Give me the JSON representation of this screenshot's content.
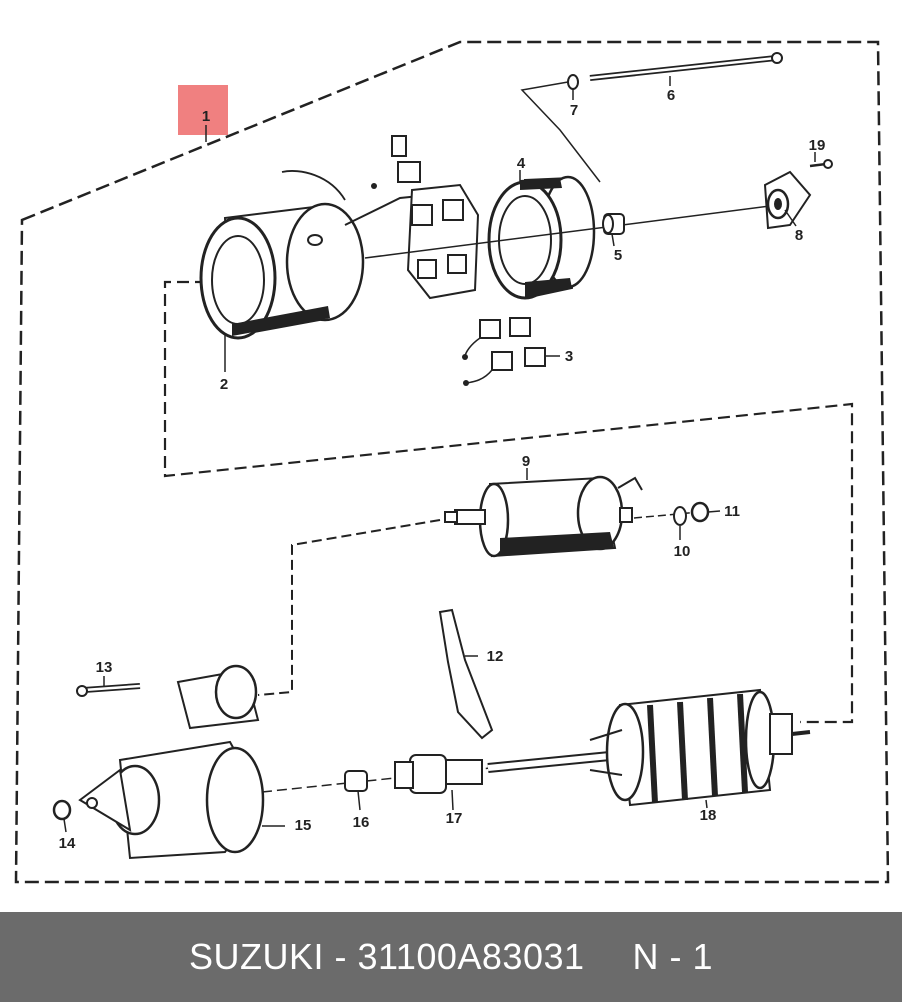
{
  "diagram": {
    "highlight_color": "#f08080",
    "line_color": "#222222",
    "callouts": {
      "c1": "1",
      "c2": "2",
      "c3": "3",
      "c4": "4",
      "c5": "5",
      "c6": "6",
      "c7": "7",
      "c8": "8",
      "c9": "9",
      "c10": "10",
      "c11": "11",
      "c12": "12",
      "c13": "13",
      "c14": "14",
      "c15": "15",
      "c16": "16",
      "c17": "17",
      "c18": "18",
      "c19": "19"
    }
  },
  "footer": {
    "part_text": "SUZUKI - 31100A83031",
    "position_text": "N - 1",
    "background_color": "#6b6b6b"
  }
}
